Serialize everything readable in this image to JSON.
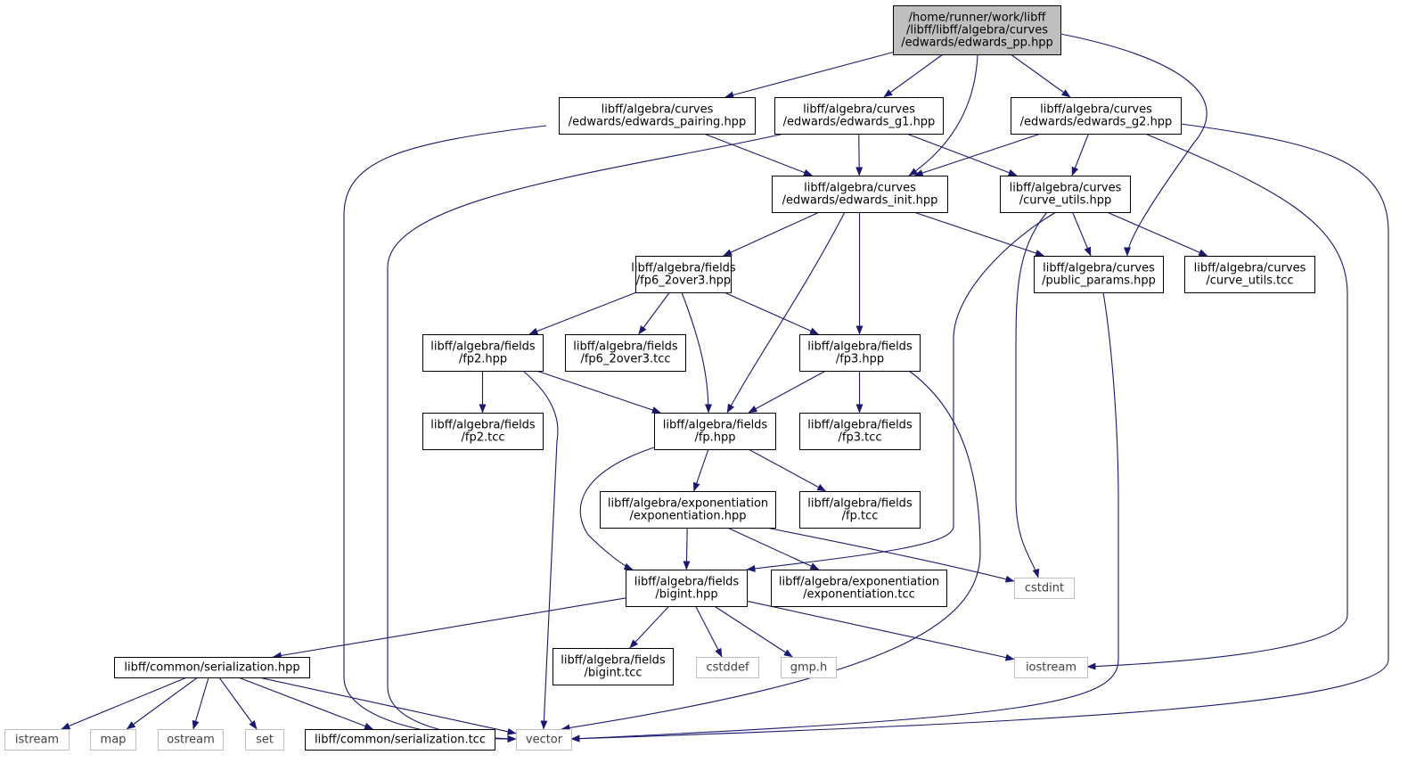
{
  "diagram": {
    "colors": {
      "edge": "#191970",
      "node_border": "#000000",
      "external_border": "#bfbfbf",
      "root_fill": "#bfbfbf",
      "node_fill": "#ffffff"
    },
    "nodes": [
      {
        "id": "root",
        "kind": "root",
        "lines": [
          "/home/runner/work/libff",
          "/libff/libff/algebra/curves",
          "/edwards/edwards_pp.hpp"
        ]
      },
      {
        "id": "pairing",
        "kind": "file",
        "lines": [
          "libff/algebra/curves",
          "/edwards/edwards_pairing.hpp"
        ]
      },
      {
        "id": "g1",
        "kind": "file",
        "lines": [
          "libff/algebra/curves",
          "/edwards/edwards_g1.hpp"
        ]
      },
      {
        "id": "g2",
        "kind": "file",
        "lines": [
          "libff/algebra/curves",
          "/edwards/edwards_g2.hpp"
        ]
      },
      {
        "id": "init",
        "kind": "file",
        "lines": [
          "libff/algebra/curves",
          "/edwards/edwards_init.hpp"
        ]
      },
      {
        "id": "curve_utils",
        "kind": "file",
        "lines": [
          "libff/algebra/curves",
          "/curve_utils.hpp"
        ]
      },
      {
        "id": "fp6",
        "kind": "file",
        "lines": [
          "libff/algebra/fields",
          "/fp6_2over3.hpp"
        ]
      },
      {
        "id": "public_params",
        "kind": "file",
        "lines": [
          "libff/algebra/curves",
          "/public_params.hpp"
        ]
      },
      {
        "id": "curve_utils_tcc",
        "kind": "file",
        "lines": [
          "libff/algebra/curves",
          "/curve_utils.tcc"
        ]
      },
      {
        "id": "fp2",
        "kind": "file",
        "lines": [
          "libff/algebra/fields",
          "/fp2.hpp"
        ]
      },
      {
        "id": "fp6_tcc",
        "kind": "file",
        "lines": [
          "libff/algebra/fields",
          "/fp6_2over3.tcc"
        ]
      },
      {
        "id": "fp3",
        "kind": "file",
        "lines": [
          "libff/algebra/fields",
          "/fp3.hpp"
        ]
      },
      {
        "id": "fp2_tcc",
        "kind": "file",
        "lines": [
          "libff/algebra/fields",
          "/fp2.tcc"
        ]
      },
      {
        "id": "fp",
        "kind": "file",
        "lines": [
          "libff/algebra/fields",
          "/fp.hpp"
        ]
      },
      {
        "id": "fp3_tcc",
        "kind": "file",
        "lines": [
          "libff/algebra/fields",
          "/fp3.tcc"
        ]
      },
      {
        "id": "expo",
        "kind": "file",
        "lines": [
          "libff/algebra/exponentiation",
          "/exponentiation.hpp"
        ]
      },
      {
        "id": "fp_tcc",
        "kind": "file",
        "lines": [
          "libff/algebra/fields",
          "/fp.tcc"
        ]
      },
      {
        "id": "bigint",
        "kind": "file",
        "lines": [
          "libff/algebra/fields",
          "/bigint.hpp"
        ]
      },
      {
        "id": "expo_tcc",
        "kind": "file",
        "lines": [
          "libff/algebra/exponentiation",
          "/exponentiation.tcc"
        ]
      },
      {
        "id": "cstdint",
        "kind": "external",
        "lines": [
          "cstdint"
        ]
      },
      {
        "id": "serialization",
        "kind": "file",
        "lines": [
          "libff/common/serialization.hpp"
        ]
      },
      {
        "id": "bigint_tcc",
        "kind": "file",
        "lines": [
          "libff/algebra/fields",
          "/bigint.tcc"
        ]
      },
      {
        "id": "cstddef",
        "kind": "external",
        "lines": [
          "cstddef"
        ]
      },
      {
        "id": "gmp",
        "kind": "external",
        "lines": [
          "gmp.h"
        ]
      },
      {
        "id": "iostream",
        "kind": "external",
        "lines": [
          "iostream"
        ]
      },
      {
        "id": "istream",
        "kind": "external",
        "lines": [
          "istream"
        ]
      },
      {
        "id": "map",
        "kind": "external",
        "lines": [
          "map"
        ]
      },
      {
        "id": "ostream",
        "kind": "external",
        "lines": [
          "ostream"
        ]
      },
      {
        "id": "set",
        "kind": "external",
        "lines": [
          "set"
        ]
      },
      {
        "id": "serialization_tcc",
        "kind": "file",
        "lines": [
          "libff/common/serialization.tcc"
        ]
      },
      {
        "id": "vector",
        "kind": "external",
        "lines": [
          "vector"
        ]
      }
    ],
    "edges": [
      [
        "root",
        "pairing"
      ],
      [
        "root",
        "g1"
      ],
      [
        "root",
        "init"
      ],
      [
        "root",
        "g2"
      ],
      [
        "root",
        "public_params"
      ],
      [
        "pairing",
        "init"
      ],
      [
        "pairing",
        "vector"
      ],
      [
        "g1",
        "init"
      ],
      [
        "g1",
        "curve_utils"
      ],
      [
        "g1",
        "vector"
      ],
      [
        "g2",
        "init"
      ],
      [
        "g2",
        "curve_utils"
      ],
      [
        "g2",
        "iostream"
      ],
      [
        "g2",
        "vector"
      ],
      [
        "init",
        "fp6"
      ],
      [
        "init",
        "fp3"
      ],
      [
        "init",
        "fp"
      ],
      [
        "init",
        "public_params"
      ],
      [
        "curve_utils",
        "public_params"
      ],
      [
        "curve_utils",
        "curve_utils_tcc"
      ],
      [
        "curve_utils",
        "bigint"
      ],
      [
        "curve_utils",
        "cstdint"
      ],
      [
        "public_params",
        "vector"
      ],
      [
        "fp6",
        "fp2"
      ],
      [
        "fp6",
        "fp6_tcc"
      ],
      [
        "fp6",
        "fp3"
      ],
      [
        "fp6",
        "fp"
      ],
      [
        "fp2",
        "fp2_tcc"
      ],
      [
        "fp2",
        "fp"
      ],
      [
        "fp2",
        "vector"
      ],
      [
        "fp3",
        "fp"
      ],
      [
        "fp3",
        "fp3_tcc"
      ],
      [
        "fp3",
        "vector"
      ],
      [
        "fp",
        "expo"
      ],
      [
        "fp",
        "fp_tcc"
      ],
      [
        "fp",
        "bigint"
      ],
      [
        "expo",
        "bigint"
      ],
      [
        "expo",
        "expo_tcc"
      ],
      [
        "expo",
        "cstdint"
      ],
      [
        "bigint",
        "serialization"
      ],
      [
        "bigint",
        "bigint_tcc"
      ],
      [
        "bigint",
        "cstddef"
      ],
      [
        "bigint",
        "gmp"
      ],
      [
        "bigint",
        "iostream"
      ],
      [
        "serialization",
        "istream"
      ],
      [
        "serialization",
        "map"
      ],
      [
        "serialization",
        "ostream"
      ],
      [
        "serialization",
        "set"
      ],
      [
        "serialization",
        "serialization_tcc"
      ],
      [
        "serialization",
        "vector"
      ]
    ]
  }
}
